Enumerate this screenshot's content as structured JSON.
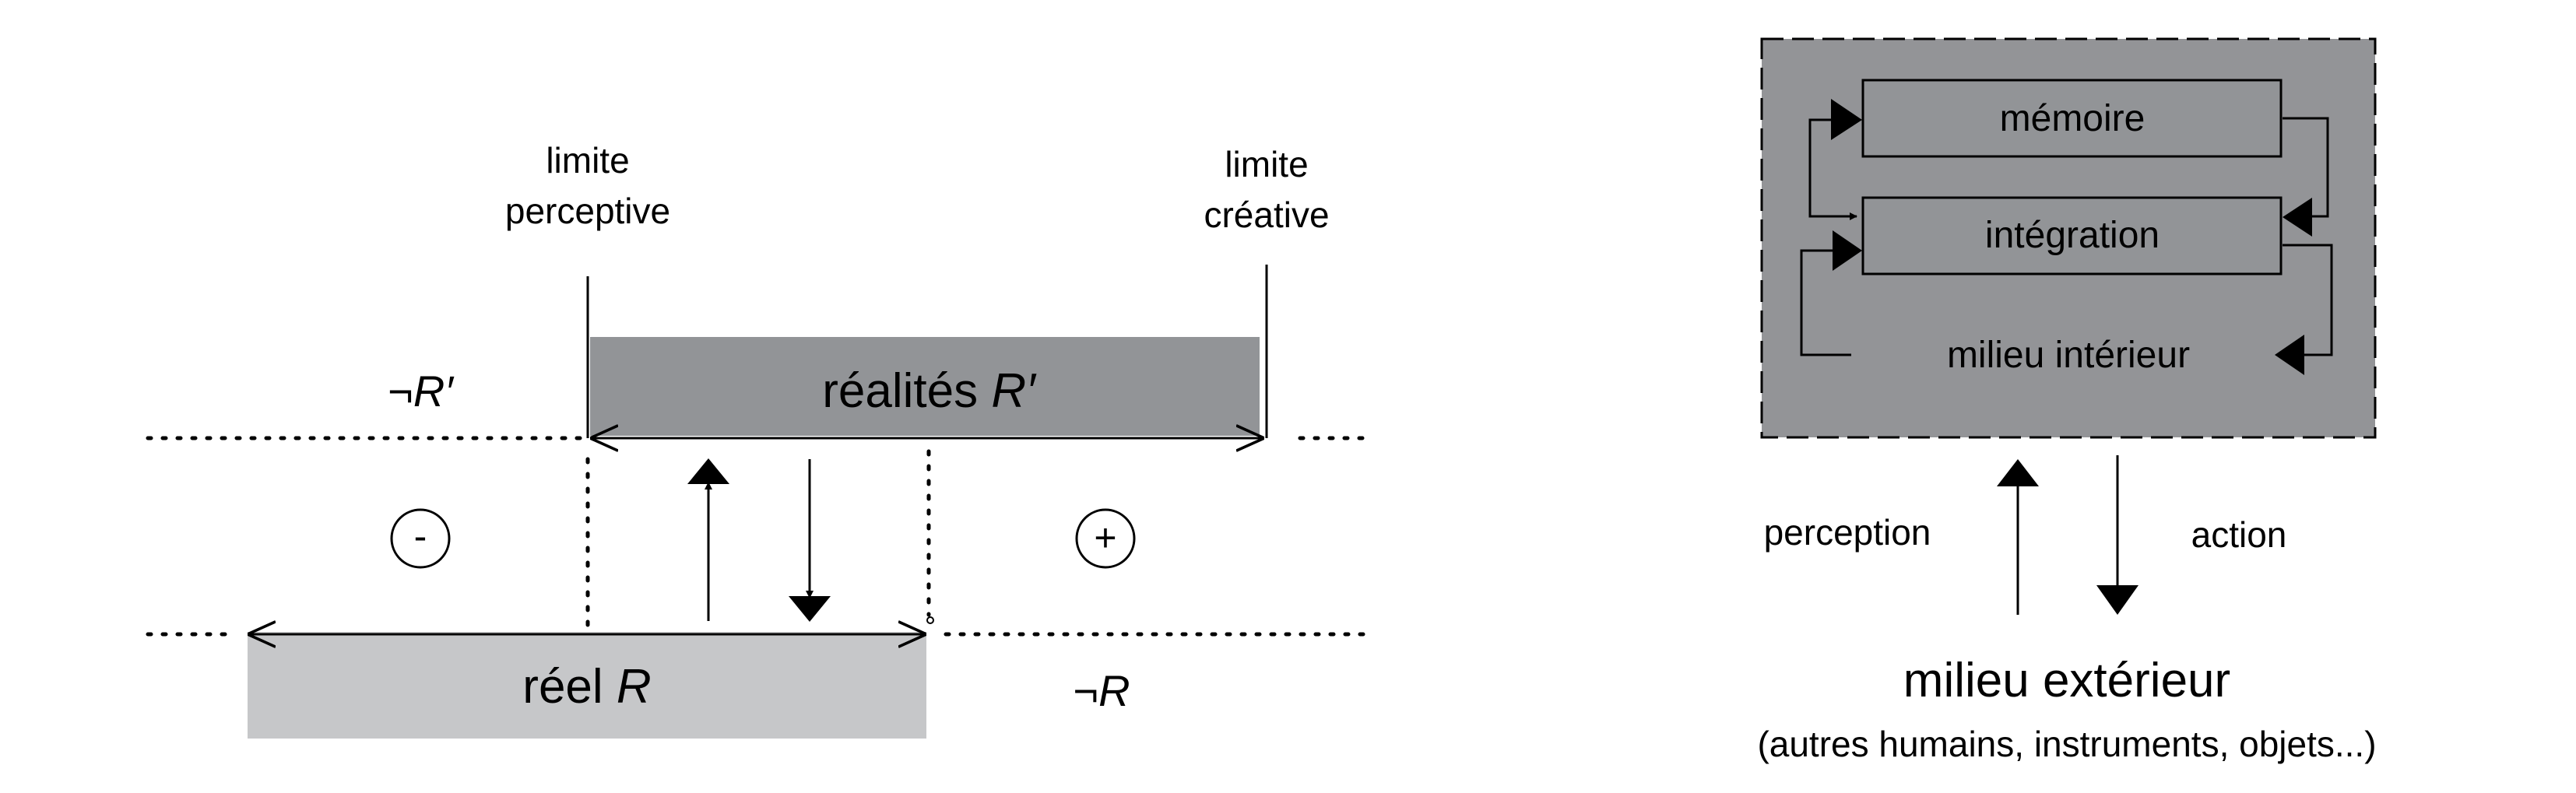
{
  "left_diagram": {
    "limit_perceptive": [
      "limite",
      "perceptive"
    ],
    "limit_creative": [
      "limite",
      "créative"
    ],
    "not_r_prime": {
      "prefix": "¬",
      "symbol": "R′"
    },
    "realities": {
      "text": "réalités ",
      "symbol": "R′"
    },
    "minus": "-",
    "plus": "+",
    "real": {
      "text": "réel ",
      "symbol": "R"
    },
    "not_r": {
      "prefix": "¬",
      "symbol": "R"
    },
    "colors": {
      "realities_fill": "#929497",
      "real_fill": "#c6c7c9"
    }
  },
  "right_diagram": {
    "memory": "mémoire",
    "integration": "intégration",
    "inner_milieu": "milieu intérieur",
    "perception": "perception",
    "action": "action",
    "outer_milieu": "milieu extérieur",
    "outer_examples": "(autres humains, instruments, objets...)",
    "colors": {
      "box_fill": "#939497",
      "module_fill": "#929497"
    }
  }
}
